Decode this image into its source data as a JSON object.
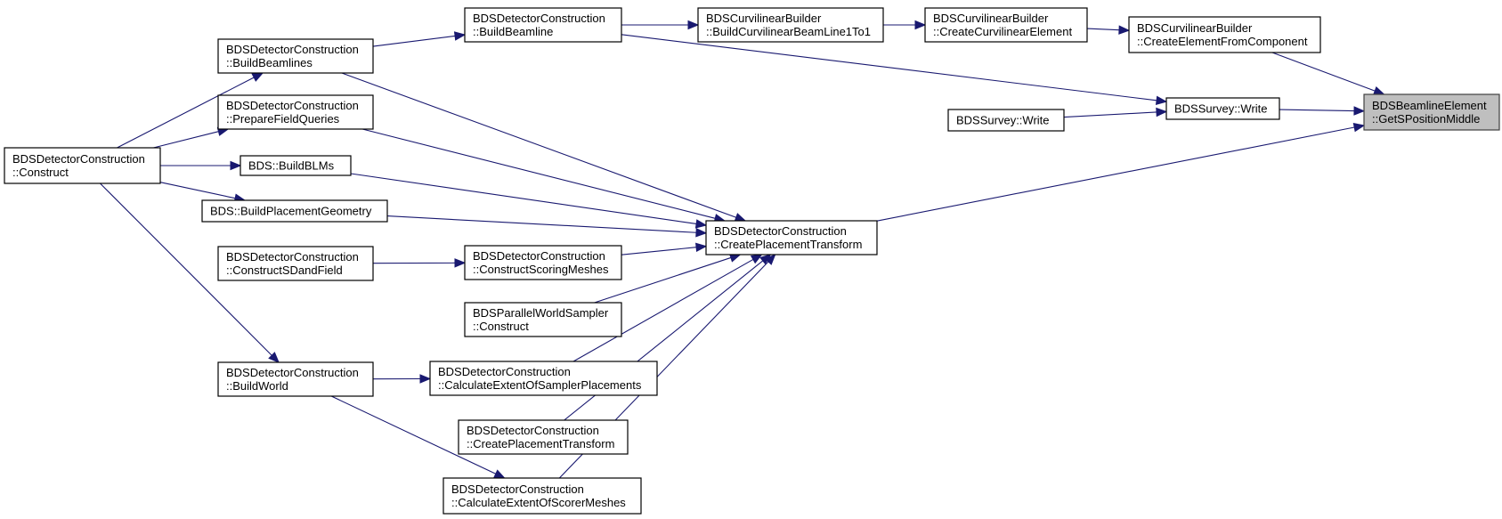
{
  "diagram": {
    "type": "call-graph",
    "colors": {
      "edge": "#191970",
      "node_border": "#000000",
      "node_fill": "#ffffff",
      "root_fill": "#bfbfbf"
    },
    "nodes": [
      {
        "id": "root",
        "lines": [
          "BDSBeamlineElement",
          "::GetSPositionMiddle"
        ],
        "highlight": true
      },
      {
        "id": "cefc",
        "lines": [
          "BDSCurvilinearBuilder",
          "::CreateElementFromComponent"
        ]
      },
      {
        "id": "cce",
        "lines": [
          "BDSCurvilinearBuilder",
          "::CreateCurvilinearElement"
        ]
      },
      {
        "id": "bcb",
        "lines": [
          "BDSCurvilinearBuilder",
          "::BuildCurvilinearBeamLine1To1"
        ]
      },
      {
        "id": "bbl",
        "lines": [
          "BDSDetectorConstruction",
          "::BuildBeamline"
        ]
      },
      {
        "id": "bbls",
        "lines": [
          "BDSDetectorConstruction",
          "::BuildBeamlines"
        ]
      },
      {
        "id": "construct",
        "lines": [
          "BDSDetectorConstruction",
          "::Construct"
        ]
      },
      {
        "id": "survey",
        "lines": [
          "BDSSurvey::Write"
        ]
      },
      {
        "id": "survey2",
        "lines": [
          "BDSSurvey::Write"
        ]
      },
      {
        "id": "cpt",
        "lines": [
          "BDSDetectorConstruction",
          "::CreatePlacementTransform"
        ]
      },
      {
        "id": "pfq",
        "lines": [
          "BDSDetectorConstruction",
          "::PrepareFieldQueries"
        ]
      },
      {
        "id": "blms",
        "lines": [
          "BDS::BuildBLMs"
        ]
      },
      {
        "id": "bpg",
        "lines": [
          "BDS::BuildPlacementGeometry"
        ]
      },
      {
        "id": "csdf",
        "lines": [
          "BDSDetectorConstruction",
          "::ConstructSDandField"
        ]
      },
      {
        "id": "csm",
        "lines": [
          "BDSDetectorConstruction",
          "::ConstructScoringMeshes"
        ]
      },
      {
        "id": "pws",
        "lines": [
          "BDSParallelWorldSampler",
          "::Construct"
        ]
      },
      {
        "id": "bw",
        "lines": [
          "BDSDetectorConstruction",
          "::BuildWorld"
        ]
      },
      {
        "id": "cesp",
        "lines": [
          "BDSDetectorConstruction",
          "::CalculateExtentOfSamplerPlacements"
        ]
      },
      {
        "id": "cpt2",
        "lines": [
          "BDSDetectorConstruction",
          "::CreatePlacementTransform"
        ]
      },
      {
        "id": "cesm",
        "lines": [
          "BDSDetectorConstruction",
          "::CalculateExtentOfScorerMeshes"
        ]
      }
    ],
    "edges": [
      {
        "from": "cefc",
        "to": "root"
      },
      {
        "from": "survey",
        "to": "root"
      },
      {
        "from": "cpt",
        "to": "root"
      },
      {
        "from": "cce",
        "to": "cefc"
      },
      {
        "from": "bcb",
        "to": "cce"
      },
      {
        "from": "bbl",
        "to": "bcb"
      },
      {
        "from": "bbl",
        "to": "survey"
      },
      {
        "from": "survey2",
        "to": "survey"
      },
      {
        "from": "bbls",
        "to": "bbl"
      },
      {
        "from": "bbls",
        "to": "cpt"
      },
      {
        "from": "construct",
        "to": "bbls"
      },
      {
        "from": "construct",
        "to": "pfq"
      },
      {
        "from": "construct",
        "to": "blms"
      },
      {
        "from": "construct",
        "to": "bpg"
      },
      {
        "from": "construct",
        "to": "bw"
      },
      {
        "from": "pfq",
        "to": "cpt"
      },
      {
        "from": "blms",
        "to": "cpt"
      },
      {
        "from": "bpg",
        "to": "cpt"
      },
      {
        "from": "csm",
        "to": "cpt"
      },
      {
        "from": "csdf",
        "to": "csm"
      },
      {
        "from": "pws",
        "to": "cpt"
      },
      {
        "from": "cesp",
        "to": "cpt"
      },
      {
        "from": "bw",
        "to": "cesp"
      },
      {
        "from": "bw",
        "to": "cesm"
      },
      {
        "from": "cpt2",
        "to": "cpt"
      },
      {
        "from": "cesm",
        "to": "cpt"
      }
    ]
  }
}
